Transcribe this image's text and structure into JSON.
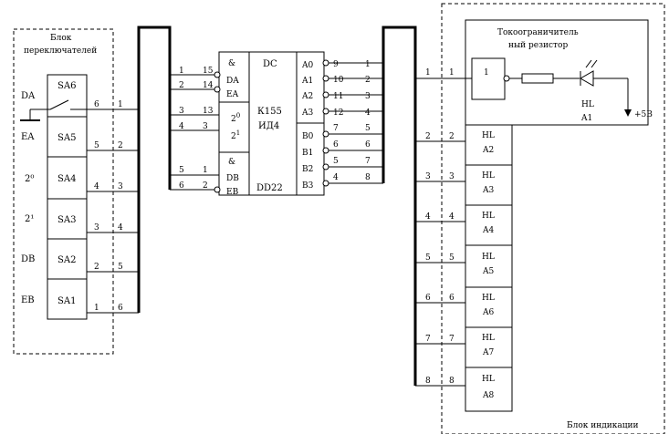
{
  "switch_block": {
    "title_line1": "Блок",
    "title_line2": "переключателей",
    "switches": [
      {
        "name": "SA6"
      },
      {
        "name": "SA5"
      },
      {
        "name": "SA4"
      },
      {
        "name": "SA3"
      },
      {
        "name": "SA2"
      },
      {
        "name": "SA1"
      }
    ],
    "left_labels": [
      "DA",
      "EA",
      "2⁰",
      "2¹",
      "DB",
      "EB"
    ],
    "pins_left": [
      "6",
      "5",
      "4",
      "3",
      "2",
      "1"
    ],
    "pins_right": [
      "1",
      "2",
      "3",
      "4",
      "5",
      "6"
    ]
  },
  "decoder": {
    "header": "DC",
    "part_line1": "К155",
    "part_line2": "ИД4",
    "reference": "DD22"
  },
  "indication_block": {
    "title": "Блок индикации",
    "limiter_line1": "Токоограничитель",
    "limiter_line2": "ный резистор",
    "power_label": "+5В",
    "a1_line1": "HL",
    "a1_line2": "A1"
  }
}
